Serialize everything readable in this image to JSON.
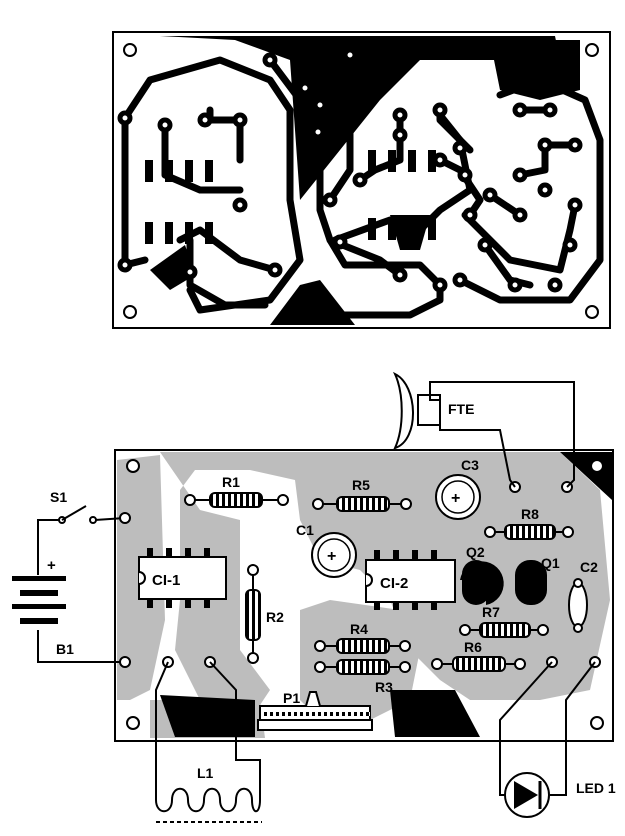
{
  "labels": {
    "s1": "S1",
    "b1": "B1",
    "plus": "+",
    "ci1": "CI-1",
    "ci2": "CI-2",
    "r1": "R1",
    "r2": "R2",
    "r3": "R3",
    "r4": "R4",
    "r5": "R5",
    "r6": "R6",
    "r7": "R7",
    "r8": "R8",
    "c1": "C1",
    "c2": "C2",
    "c3": "C3",
    "q1": "Q1",
    "q2": "Q2",
    "p1": "P1",
    "l1": "L1",
    "fte": "FTE",
    "led": "LED 1"
  }
}
